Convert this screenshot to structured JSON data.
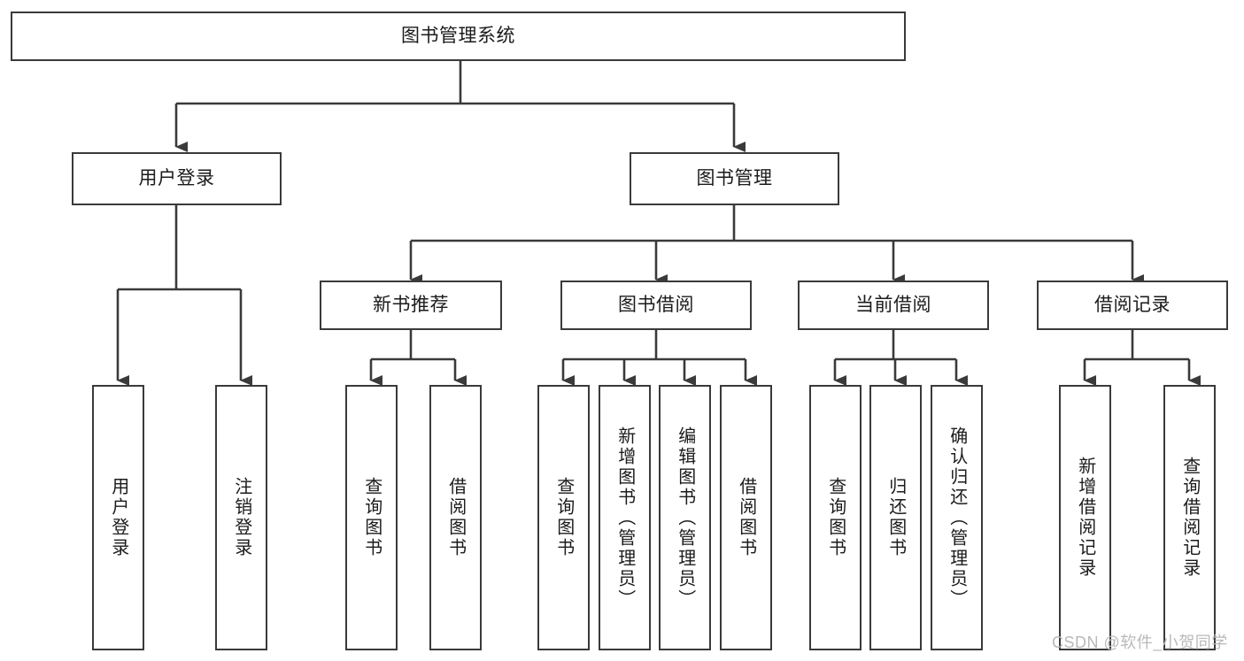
{
  "diagram": {
    "title": "图书管理系统",
    "type": "tree-hierarchy-diagram",
    "watermark": "CSDN @软件_小贺同学",
    "colors": {
      "background": "#ffffff",
      "box_border": "#3a3a3a",
      "box_fill": "#ffffff",
      "connector": "#3a3a3a",
      "text": "#1b1b1b",
      "watermark": "#b9b9b9"
    },
    "root": {
      "label": "图书管理系统"
    },
    "level2": [
      {
        "label": "用户登录"
      },
      {
        "label": "图书管理"
      }
    ],
    "level3": [
      {
        "label": "新书推荐"
      },
      {
        "label": "图书借阅"
      },
      {
        "label": "当前借阅"
      },
      {
        "label": "借阅记录"
      }
    ],
    "leaves": {
      "user_login": [
        {
          "label": "用户登录"
        },
        {
          "label": "注销登录"
        }
      ],
      "new_book_recommend": [
        {
          "label": "查询图书"
        },
        {
          "label": "借阅图书"
        }
      ],
      "book_borrow": [
        {
          "label": "查询图书"
        },
        {
          "label": "新增图书（管理员）"
        },
        {
          "label": "编辑图书（管理员）"
        },
        {
          "label": "借阅图书"
        }
      ],
      "current_borrow": [
        {
          "label": "查询图书"
        },
        {
          "label": "归还图书"
        },
        {
          "label": "确认归还（管理员）"
        }
      ],
      "borrow_records": [
        {
          "label": "新增借阅记录"
        },
        {
          "label": "查询借阅记录"
        }
      ]
    }
  }
}
